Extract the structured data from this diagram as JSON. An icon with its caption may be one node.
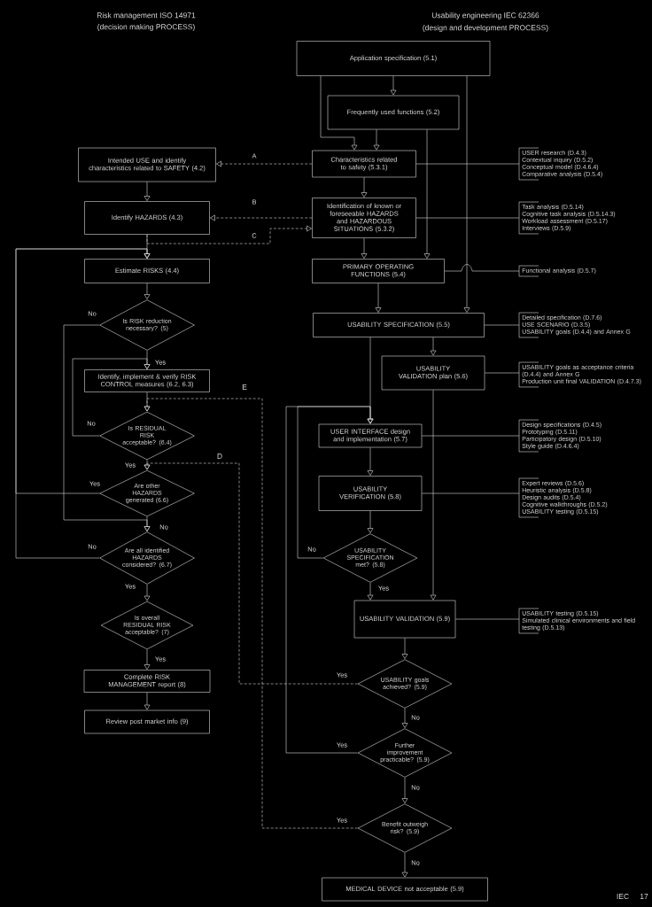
{
  "diagram": {
    "nodes": [
      {
        "text": [
          "Intended USE and identify characteristics related to SAFETY (4.2)"
        ]
      },
      {
        "text": [
          "Identify HAZARDS (4.3)"
        ]
      },
      {
        "text": [
          "Estimate RISKS (4.4)"
        ]
      },
      {
        "text": [
          "Is RISK reduction necessary? (5)"
        ]
      },
      {
        "text": [
          "Identify, implement & verify RISK CONTROL measures (6.2, 6.3)"
        ]
      },
      {
        "text": [
          "Is RESIDUAL RISK acceptable? (6.4)"
        ]
      },
      {
        "text": [
          "Are other HAZARDS generated (6.6)"
        ]
      },
      {
        "text": [
          "Are all identified HAZARDS considered? (6.7)"
        ]
      },
      {
        "text": [
          "Is overall RESIDUAL RISK acceptable? (7)"
        ]
      },
      {
        "text": [
          "Complete RISK MANAGEMENT report (8)"
        ]
      },
      {
        "text": [
          "Review post market info (9)"
        ]
      },
      {
        "text": [
          "Application specification (5.1)"
        ]
      },
      {
        "text": [
          "Frequently used functions (5.2)"
        ]
      },
      {
        "text": [
          "Characteristics related to safety (5.3.1)"
        ]
      },
      {
        "text": [
          "Identification of known or foreseeable HAZARDS and HAZARDOUS SITUATIONS (5.3.2)"
        ]
      },
      {
        "text": [
          "PRIMARY OPERATING FUNCTIONS (5.4)"
        ]
      },
      {
        "text": [
          "USABILITY SPECIFICATION (5.5)"
        ]
      },
      {
        "text": [
          "USABILITY VALIDATION plan (5.6)"
        ]
      },
      {
        "text": [
          "USER INTERFACE design and implementation (5.7)"
        ]
      },
      {
        "text": [
          "USABILITY VERIFICATION (5.8)"
        ]
      },
      {
        "text": [
          "USABILITY SPECIFICATION met? (5.8)"
        ]
      },
      {
        "text": [
          "USABILITY VALIDATION (5.9)"
        ]
      },
      {
        "text": [
          "USABILITY goals achieved? (5.9)"
        ]
      },
      {
        "text": [
          "Further improvement practicable? (5.9)"
        ]
      },
      {
        "text": [
          "Benefit outweigh risk? (5.9)"
        ]
      },
      {
        "text": [
          "MEDICAL DEVICE not acceptable (5.9)"
        ]
      },
      {
        "text": [
          "USER research (D.4.3)",
          "Contextual inquiry (D.5.2)",
          "Conceptual model (D.4.6.4)",
          "Comparative analysis (D.5.4)"
        ]
      },
      {
        "text": [
          "Task analysis (D.5.14)",
          "Cognitive task analysis (D.5.14.3)",
          "Workload assessment (D.5.17)",
          "Interviews (D.5.9)"
        ]
      },
      {
        "text": [
          "Functional analysis (D.5.7)"
        ]
      },
      {
        "text": [
          "Detailed specification (D.7.6)",
          "USE SCENARIO (D.3.5)",
          "USABILITY goals (D.4.4) and Annex G"
        ]
      },
      {
        "text": [
          "USABILITY goals as acceptance criteria (D.4.4) and Annex G",
          "Production unit final VALIDATION (D.4.7.3)"
        ]
      },
      {
        "text": [
          "Design specifications (D.4.5)",
          "Prototyping (D.5.11)",
          "Participatory design (D.5.10)",
          "Style guide (D.4.6.4)"
        ]
      },
      {
        "text": [
          "Expert reviews (D.5.6)",
          "Heuristic analysis (D.5.8)",
          "Design audits (D.5.4)",
          "Cognitive walkthroughs (D.5.2)",
          "USABILITY testing (D.5.15)"
        ]
      },
      {
        "text": [
          "USABILITY testing (D.5.15)",
          "Simulated clinical environments and field testing (D.5.13)"
        ]
      }
    ],
    "edges": [
      {
        "from": 0,
        "to": 1,
        "arrow": "to"
      },
      {
        "from": 1,
        "to": 2,
        "arrow": "to"
      },
      {
        "from": 2,
        "to": 3,
        "arrow": "to"
      },
      {
        "from": 3,
        "to": 4,
        "arrow": "to",
        "label": "Yes"
      },
      {
        "from": 3,
        "to": 7,
        "arrow": "to",
        "label": "No"
      },
      {
        "from": 4,
        "to": 5,
        "arrow": "to"
      },
      {
        "from": 5,
        "to": 4,
        "arrow": "to",
        "label": "No"
      },
      {
        "from": 5,
        "to": 6,
        "arrow": "to",
        "label": "Yes"
      },
      {
        "from": 6,
        "to": 2,
        "arrow": "to",
        "label": "Yes"
      },
      {
        "from": 6,
        "to": 7,
        "arrow": "to",
        "label": "No"
      },
      {
        "from": 7,
        "to": 2,
        "arrow": "to",
        "label": "No"
      },
      {
        "from": 7,
        "to": 8,
        "arrow": "to",
        "label": "Yes"
      },
      {
        "from": 8,
        "to": 9,
        "arrow": "to",
        "label": "Yes"
      },
      {
        "from": 9,
        "to": 10,
        "arrow": "to"
      },
      {
        "from": 11,
        "to": 12,
        "arrow": "to"
      },
      {
        "from": 11,
        "to": 13,
        "arrow": "to"
      },
      {
        "from": 12,
        "to": 13,
        "arrow": "to"
      },
      {
        "from": 11,
        "to": 16,
        "arrow": "to"
      },
      {
        "from": 12,
        "to": 15,
        "arrow": "to"
      },
      {
        "from": 13,
        "to": 14,
        "arrow": "to"
      },
      {
        "from": 14,
        "to": 15,
        "arrow": "to"
      },
      {
        "from": 15,
        "to": 16,
        "arrow": "to"
      },
      {
        "from": 16,
        "to": 17,
        "arrow": "to"
      },
      {
        "from": 16,
        "to": 18,
        "arrow": "to"
      },
      {
        "from": 17,
        "to": 21,
        "arrow": "to"
      },
      {
        "from": 18,
        "to": 19,
        "arrow": "to"
      },
      {
        "from": 19,
        "to": 20,
        "arrow": "to"
      },
      {
        "from": 20,
        "to": 21,
        "arrow": "to",
        "label": "Yes"
      },
      {
        "from": 20,
        "to": 18,
        "arrow": "to",
        "label": "No"
      },
      {
        "from": 21,
        "to": 22,
        "arrow": "to"
      },
      {
        "from": 22,
        "to": 23,
        "arrow": "to",
        "label": "No"
      },
      {
        "from": 23,
        "to": 24,
        "arrow": "to",
        "label": "No"
      },
      {
        "from": 24,
        "to": 25,
        "arrow": "to",
        "label": "No"
      },
      {
        "from": 23,
        "to": 18,
        "arrow": "to",
        "label": "Yes"
      },
      {
        "from": 13,
        "to": 0,
        "arrow": "to",
        "label": "A",
        "style": "dashed"
      },
      {
        "from": 14,
        "to": 1,
        "arrow": "to",
        "label": "B",
        "style": "dashed"
      },
      {
        "from": 1,
        "to": 14,
        "arrow": "to",
        "label": "C",
        "style": "dashed"
      },
      {
        "from": 22,
        "to": 6,
        "arrow": "to",
        "label": "Yes",
        "style": "dashed"
      },
      {
        "from": 24,
        "to": 5,
        "arrow": "to",
        "label": "Yes",
        "style": "dashed"
      },
      {
        "from": 13,
        "to": 26,
        "arrow": "none"
      },
      {
        "from": 14,
        "to": 27,
        "arrow": "none"
      },
      {
        "from": 15,
        "to": 28,
        "arrow": "none"
      },
      {
        "from": 16,
        "to": 29,
        "arrow": "none"
      },
      {
        "from": 17,
        "to": 30,
        "arrow": "none"
      },
      {
        "from": 18,
        "to": 31,
        "arrow": "none"
      },
      {
        "from": 19,
        "to": 32,
        "arrow": "none"
      },
      {
        "from": 21,
        "to": 33,
        "arrow": "none"
      }
    ],
    "labels": [
      "Risk management ISO 14971",
      "(decision making PROCESS)",
      "Usability engineering IEC 62366",
      "(design and development PROCESS)",
      "D",
      "E",
      "IEC",
      "17"
    ]
  }
}
